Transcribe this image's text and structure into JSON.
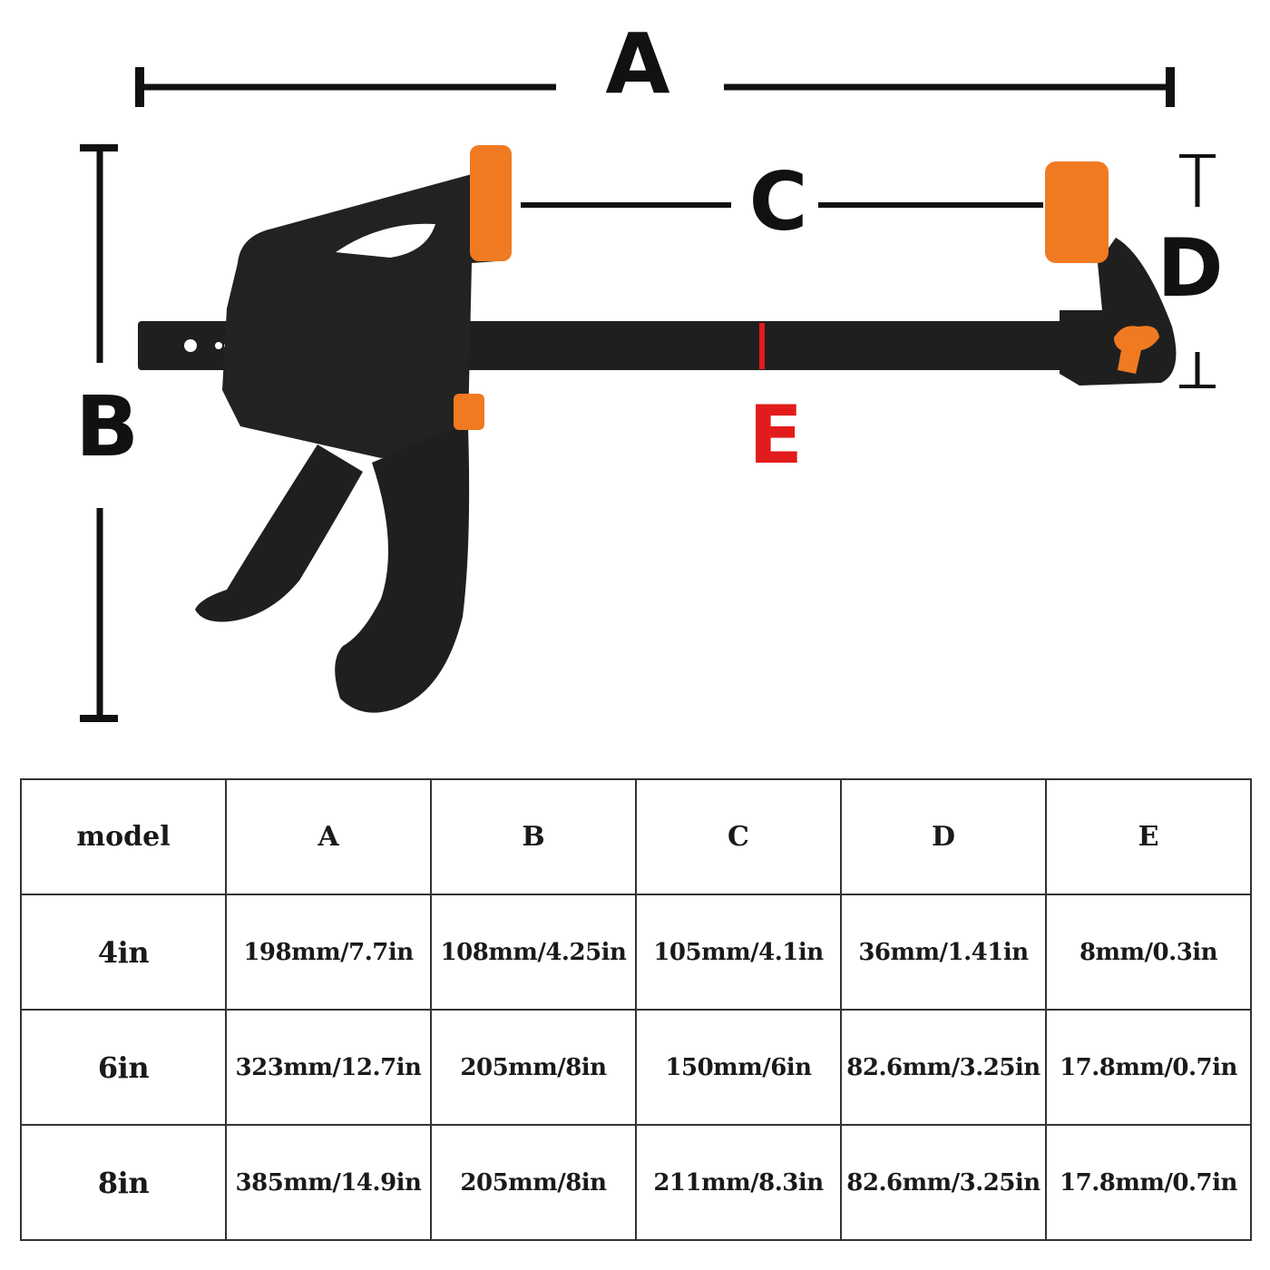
{
  "diagram": {
    "labels": {
      "A": "A",
      "B": "B",
      "C": "C",
      "D": "D",
      "E": "E"
    },
    "colors": {
      "body": "#1f1f1f",
      "accent": "#f07a22",
      "dimension_line": "#111111",
      "highlight": "#e21b1b"
    },
    "icons": [
      "quick-release-bar-clamp"
    ]
  },
  "table": {
    "headers": [
      "model",
      "A",
      "B",
      "C",
      "D",
      "E"
    ],
    "rows": [
      [
        "4in",
        "198mm/7.7in",
        "108mm/4.25in",
        "105mm/4.1in",
        "36mm/1.41in",
        "8mm/0.3in"
      ],
      [
        "6in",
        "323mm/12.7in",
        "205mm/8in",
        "150mm/6in",
        "82.6mm/3.25in",
        "17.8mm/0.7in"
      ],
      [
        "8in",
        "385mm/14.9in",
        "205mm/8in",
        "211mm/8.3in",
        "82.6mm/3.25in",
        "17.8mm/0.7in"
      ]
    ]
  }
}
